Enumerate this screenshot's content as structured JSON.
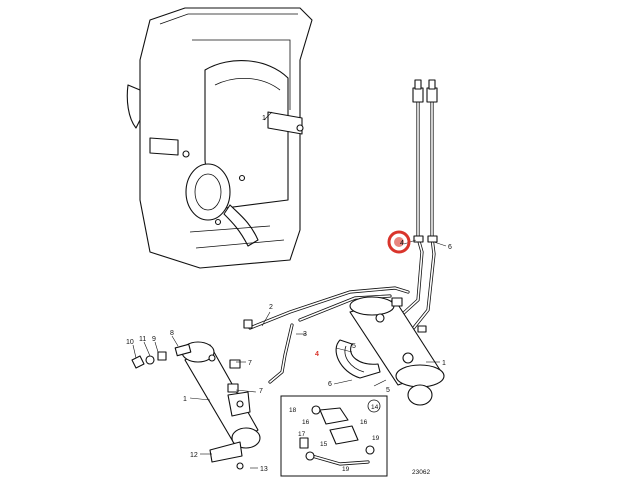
{
  "drawing_number": "23062",
  "detail_label": "14",
  "highlight_color": "#d9342b",
  "highlighted_callout": "4",
  "callouts": {
    "c1_bracket": "1",
    "c1_right": "1",
    "c1_left": "1",
    "c2": "2",
    "c3": "3",
    "c4_ring": "4",
    "c4_red": "4",
    "c5": "5",
    "c5_low": "5",
    "c6_upper": "6",
    "c6_lower": "6",
    "c7_upper": "7",
    "c7_lower": "7",
    "c8": "8",
    "c9": "9",
    "c10": "10",
    "c11": "11",
    "c12": "12",
    "c13": "13",
    "c14": "14",
    "c15": "15",
    "c16_left": "16",
    "c16_right": "16",
    "c17": "17",
    "c18": "18",
    "c19_upper": "19",
    "c19_lower": "19"
  }
}
